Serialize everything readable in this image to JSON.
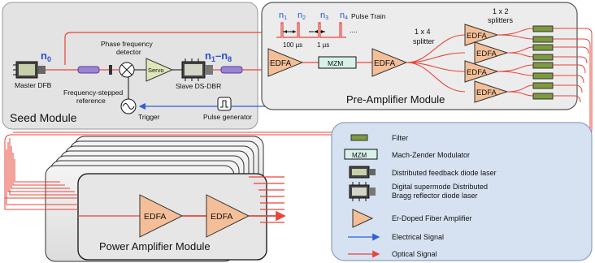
{
  "seed": {
    "title": "Seed Module",
    "master_label": "Master DFB",
    "n0": "n",
    "n0_sub": "0",
    "ref_label_1": "Frequency-stepped",
    "ref_label_2": "reference",
    "pfd_label_1": "Phase frequency",
    "pfd_label_2": "detector",
    "servo_label": "Servo",
    "slave_label": "Slave DS-DBR",
    "n_range": "n",
    "n_range_sub1": "1",
    "n_range_dash": "–n",
    "n_range_sub2": "8",
    "trigger_label": "Trigger",
    "pulse_gen_label": "Pulse generator"
  },
  "pre": {
    "title": "Pre-Amplifier Module",
    "pulse_train_label": "Pulse Train",
    "n_labels": [
      "n",
      "n",
      "n",
      "n"
    ],
    "n_subs": [
      "1",
      "2",
      "3",
      "4"
    ],
    "dots": "....",
    "t1": "100 µs",
    "t2": "1 µs",
    "edfa": "EDFA",
    "mzm": "MZM",
    "splitter_label_1": "1 x 4",
    "splitter_label_2": "splitter",
    "splitters2_label_1": "1 x 2",
    "splitters2_label_2": "splitters"
  },
  "power": {
    "title": "Power Amplifier Module",
    "edfa": "EDFA"
  },
  "legend": {
    "items": [
      {
        "label": "Filter"
      },
      {
        "label": "Mach-Zender Modulator",
        "symbol_text": "MZM"
      },
      {
        "label": "Distributed feedback diode laser"
      },
      {
        "label": "Digital supermode Distributed",
        "label2": "Bragg reflector diode laser"
      },
      {
        "label": "Er-Doped Fiber Amplifier"
      },
      {
        "label": "Electrical Signal"
      },
      {
        "label": "Optical Signal"
      }
    ]
  },
  "colors": {
    "optical": "#e8443a",
    "electrical": "#2d5fd6",
    "edfa_fill": "#f4bf98",
    "filter_fill": "#7d9a3e",
    "seed_bg": "#e3e3e3",
    "legend_bg": "#d6e2f1",
    "n_blue": "#2a52c8"
  }
}
